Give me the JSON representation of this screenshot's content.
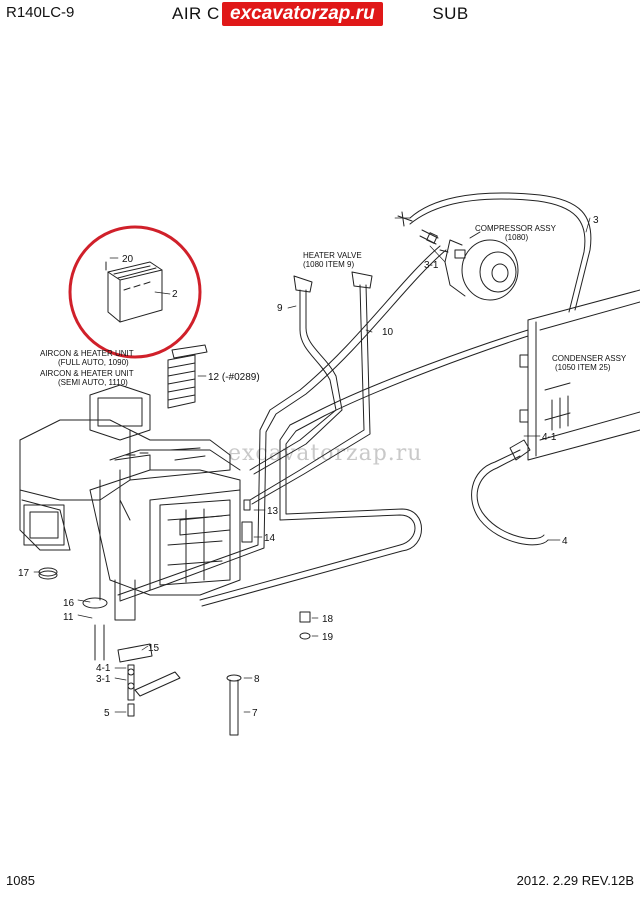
{
  "header": {
    "model": "R140LC-9",
    "title_prefix": "AIR C",
    "title_suffix": "SUB",
    "watermark_banner": "excavatorzap.ru"
  },
  "diagram": {
    "watermark_center": "excavatorzap.ru",
    "callouts": {
      "compressor_line1": "COMPRESSOR ASSY",
      "compressor_line2": "(1080)",
      "heater_line1": "HEATER VALVE",
      "heater_line2": "(1080 ITEM 9)",
      "condenser_line1": "CONDENSER ASSY",
      "condenser_line2": "(1050 ITEM 25)",
      "aircon_full_line1": "AIRCON & HEATER UNIT",
      "aircon_full_line2": "(FULL AUTO, 1090)",
      "aircon_semi_line1": "AIRCON & HEATER UNIT",
      "aircon_semi_line2": "(SEMI AUTO, 1110)"
    },
    "parts": {
      "p2": "2",
      "p3": "3",
      "p3_1a": "3-1",
      "p3_1b": "3-1",
      "p4": "4",
      "p4_1a": "4-1",
      "p4_1b": "4-1",
      "p5": "5",
      "p7": "7",
      "p8": "8",
      "p9": "9",
      "p10": "10",
      "p11": "11",
      "p12": "12 (-#0289)",
      "p13": "13",
      "p14": "14",
      "p15": "15",
      "p16": "16",
      "p17": "17",
      "p18": "18",
      "p19": "19",
      "p20": "20"
    },
    "highlight_color": "#d0202a",
    "line_color": "#222222"
  },
  "footer": {
    "page": "1085",
    "revision": "2012. 2.29  REV.12B"
  }
}
